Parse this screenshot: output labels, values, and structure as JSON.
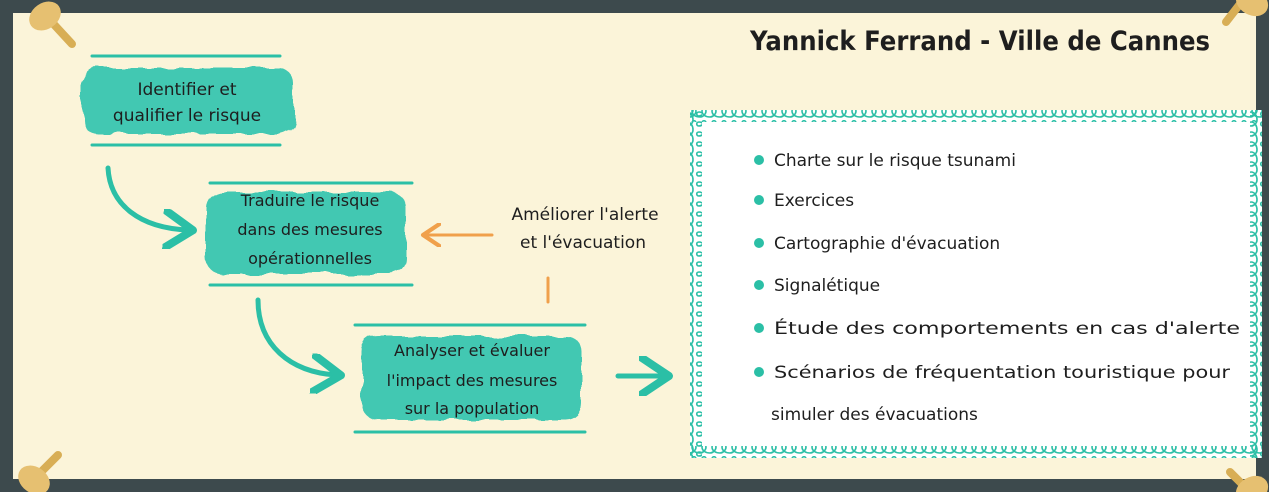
{
  "header": {
    "author": "Yannick Ferrand - Ville de Cannes"
  },
  "steps": [
    {
      "lines": [
        "Identifier et",
        "qualifier le risque"
      ]
    },
    {
      "lines": [
        "Traduire le risque",
        "dans des mesures",
        "opérationnelles"
      ]
    },
    {
      "lines": [
        "Analyser et évaluer",
        "l'impact des mesures",
        "sur la population"
      ]
    }
  ],
  "feedback": {
    "lines": [
      "Améliorer l'alerte",
      "et l'évacuation"
    ]
  },
  "actions": {
    "items": [
      {
        "text": "Charte sur le risque tsunami"
      },
      {
        "text": "Exercices"
      },
      {
        "text": "Cartographie d'évacuation"
      },
      {
        "text": "Signalétique"
      },
      {
        "text": "Étude des comportements en cas d'alerte"
      },
      {
        "text": "Scénarios de fréquentation touristique pour"
      }
    ],
    "continuation": "simuler des évacuations"
  },
  "colors": {
    "frame": "#3d4a4d",
    "board": "#fbf4d9",
    "teal": "#2bbfa6",
    "teal_blob": "#43c8b2",
    "orange": "#f0a04b",
    "pin": "#e6c071"
  }
}
